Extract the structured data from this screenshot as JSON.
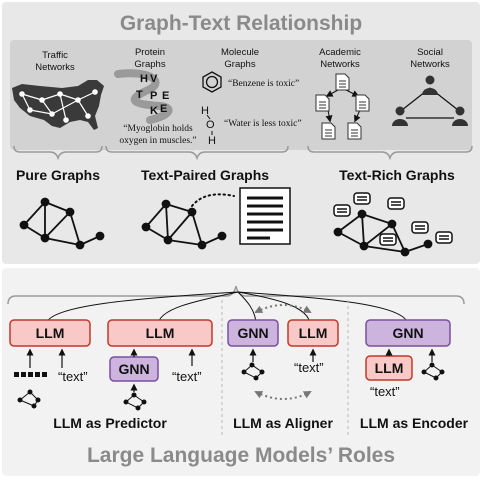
{
  "title": "Graph-Text Relationship",
  "bottom_title": "Large Language Models’ Roles",
  "top_labels": {
    "traffic": [
      "Traffic",
      "Networks"
    ],
    "protein": [
      "Protein",
      "Graphs"
    ],
    "molecule": [
      "Molecule",
      "Graphs"
    ],
    "academic": [
      "Academic",
      "Networks"
    ],
    "social": [
      "Social",
      "Networks"
    ]
  },
  "protein_letters": [
    "H",
    "V",
    "T",
    "P",
    "E",
    "K",
    "E"
  ],
  "quotes": {
    "benzene": "“Benzene is toxic”",
    "water": "“Water is less toxic”",
    "myoglobin": [
      "“Myoglobin holds",
      "oxygen in muscles.”"
    ]
  },
  "molecule_atoms": {
    "h1": "H",
    "o": "O",
    "h2": "H"
  },
  "categories": {
    "pure": "Pure Graphs",
    "text_paired": "Text-Paired Graphs",
    "text_rich": "Text-Rich Graphs"
  },
  "roles": {
    "predictor": "LLM as Predictor",
    "aligner": "LLM as Aligner",
    "encoder": "LLM as Encoder"
  },
  "modules": {
    "llm": "LLM",
    "gnn": "GNN",
    "text": "“text”"
  },
  "colors": {
    "llm_fill": "#f8c9c7",
    "llm_stroke": "#c0392b",
    "gnn_fill": "#cdb4df",
    "gnn_stroke": "#7a4fa0",
    "panel_gray": "#e8e8e8",
    "header_gray": "#8a8a8a",
    "aligner_arrow": "#777777"
  }
}
